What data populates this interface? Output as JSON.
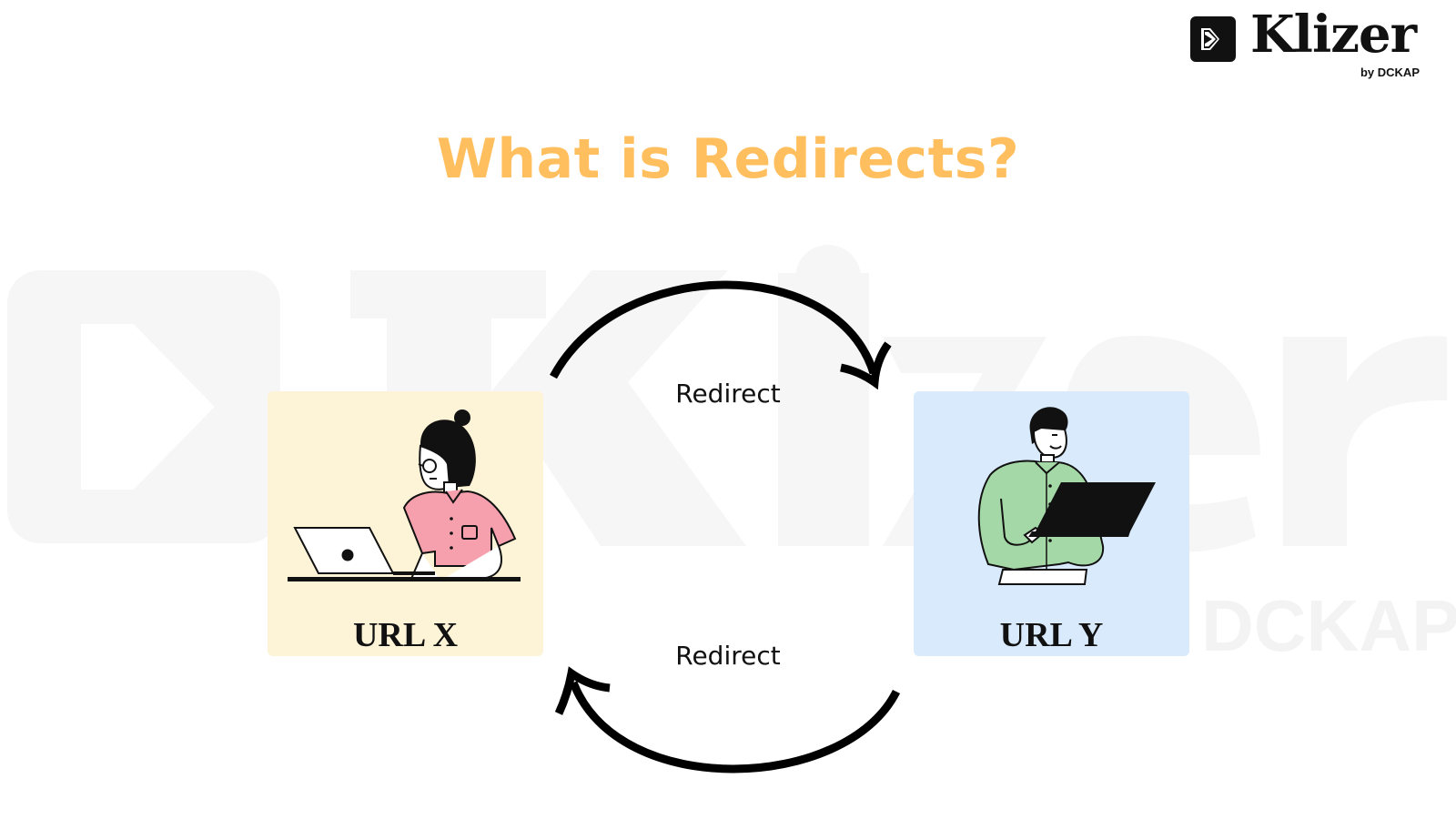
{
  "brand": {
    "name": "Klizer",
    "byline": "by DCKAP",
    "icon": "klizer-logo-icon"
  },
  "slide": {
    "title": "What is Redirects?",
    "title_color": "#ffbf5e"
  },
  "diagram": {
    "nodes": [
      {
        "label": "URL X",
        "background": "#fdf3d6",
        "illustration": "woman-at-laptop"
      },
      {
        "label": "URL Y",
        "background": "#d8eafc",
        "illustration": "man-holding-laptop"
      }
    ],
    "edges": [
      {
        "from": "URL X",
        "to": "URL Y",
        "label": "Redirect"
      },
      {
        "from": "URL Y",
        "to": "URL X",
        "label": "Redirect"
      }
    ]
  }
}
